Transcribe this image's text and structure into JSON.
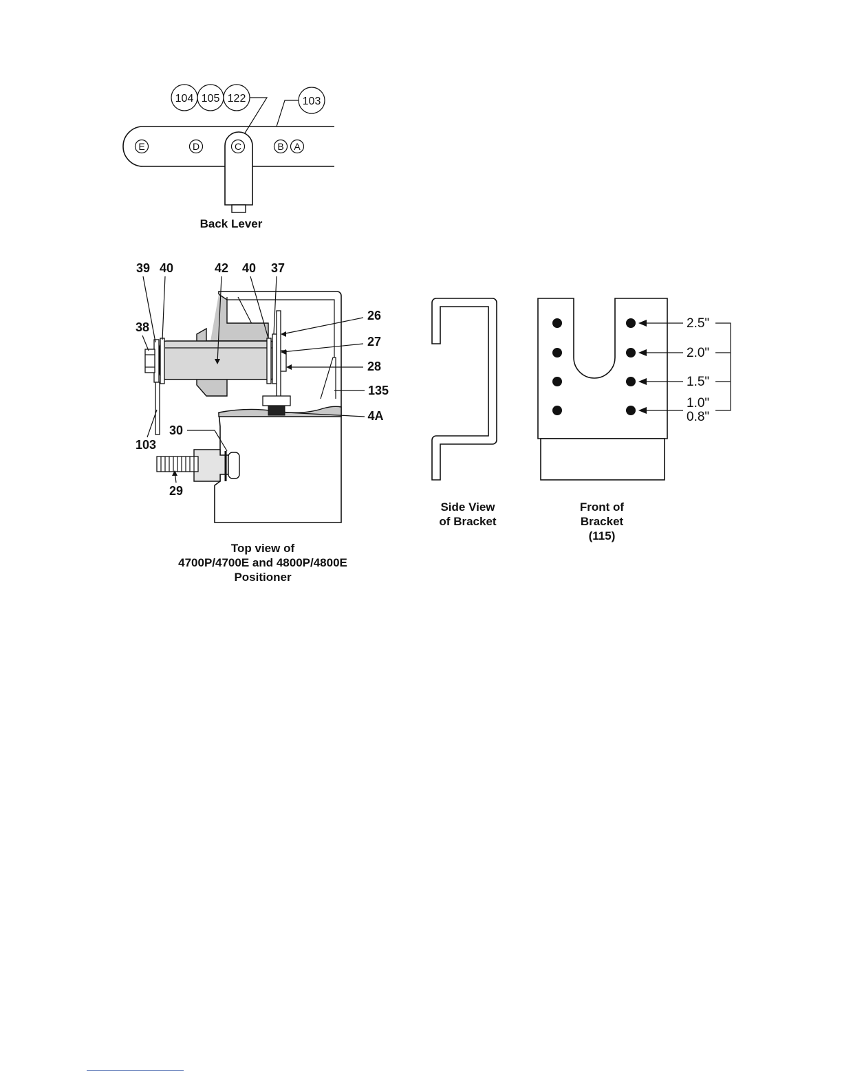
{
  "back_lever": {
    "callouts": [
      "104",
      "105",
      "122"
    ],
    "callout_lever": "103",
    "positions": [
      "E",
      "D",
      "C",
      "B",
      "A"
    ],
    "caption": "Back Lever"
  },
  "top_view": {
    "parts": {
      "p39": "39",
      "p40a": "40",
      "p42": "42",
      "p40b": "40",
      "p37": "37",
      "p38": "38",
      "p26": "26",
      "p27": "27",
      "p28": "28",
      "p135": "135",
      "p4a": "4A",
      "p30": "30",
      "p103": "103",
      "p29": "29"
    },
    "caption_lines": [
      "Top view of",
      "4700P/4700E and 4800P/4800E",
      "Positioner"
    ]
  },
  "side_view": {
    "caption_lines": [
      "Side View",
      "of Bracket"
    ]
  },
  "front_view": {
    "caption_lines": [
      "Front of",
      "Bracket",
      "(115)"
    ],
    "dimensions": [
      "2.5\"",
      "2.0\"",
      "1.5\"",
      "1.0\"",
      "0.8\""
    ]
  },
  "colors": {
    "line": "#111111",
    "shade": "#c8c8c8",
    "footer_rule": "#3a5ba8"
  }
}
